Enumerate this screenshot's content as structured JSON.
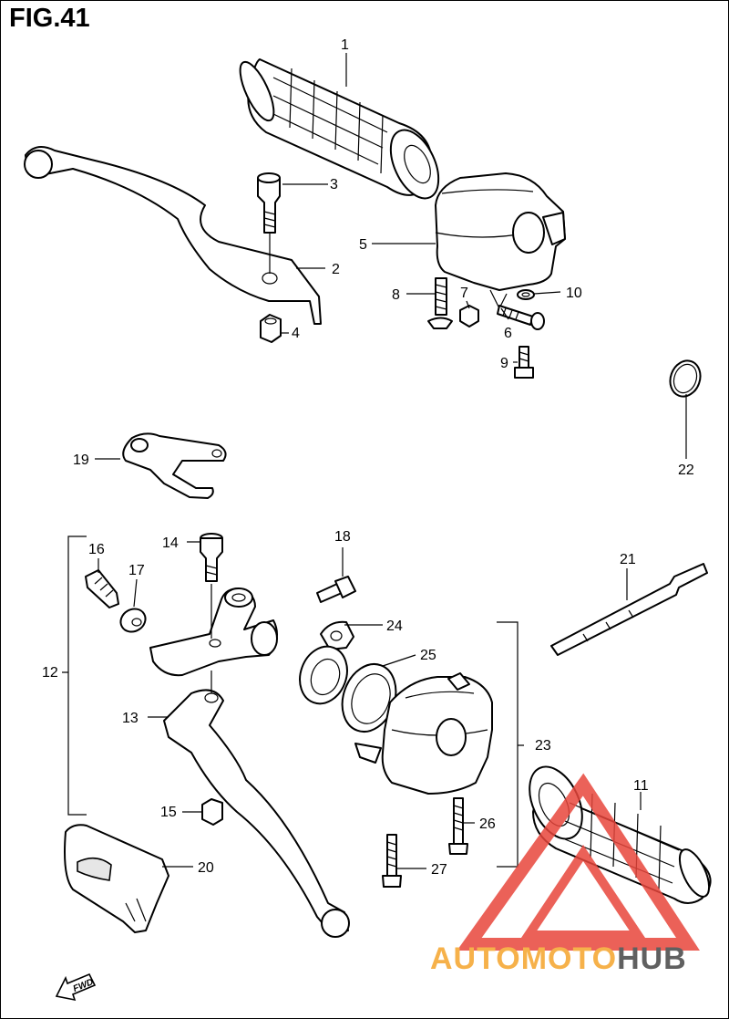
{
  "figure": {
    "title": "FIG.41"
  },
  "callouts": [
    "1",
    "2",
    "3",
    "4",
    "5",
    "6",
    "7",
    "8",
    "9",
    "10",
    "11",
    "12",
    "13",
    "14",
    "15",
    "16",
    "17",
    "18",
    "19",
    "20",
    "21",
    "22",
    "23",
    "24",
    "25",
    "26",
    "27"
  ],
  "direction_badge": "FWD",
  "watermark": {
    "part1": "AUTOMOTO",
    "part2": "HUB",
    "logo": "warning-triangle-logo"
  },
  "colors": {
    "watermark_orange": "#f6b14a",
    "watermark_red": "#e8463c",
    "watermark_gray": "#606060"
  }
}
